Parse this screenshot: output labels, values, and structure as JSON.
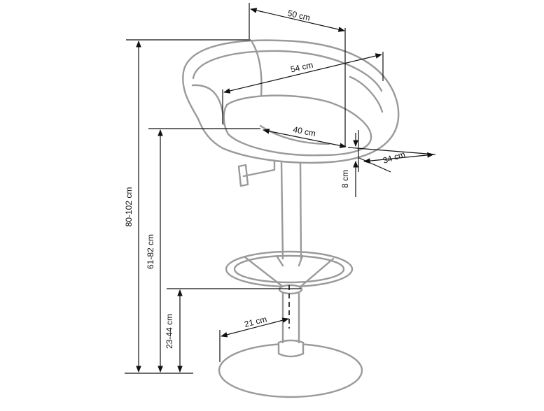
{
  "dimensions": {
    "seat_depth": "50 cm",
    "seat_width": "54 cm",
    "seat_inner_width": "40 cm",
    "backrest_depth": "34 cm",
    "seat_thickness": "8 cm",
    "total_height": "80-102 cm",
    "seat_height": "61-82 cm",
    "footrest_height": "23-44 cm",
    "base_radius": "21 cm"
  },
  "colors": {
    "outline": "#9a9a9a",
    "dimension_line": "#111111",
    "background": "#ffffff"
  }
}
